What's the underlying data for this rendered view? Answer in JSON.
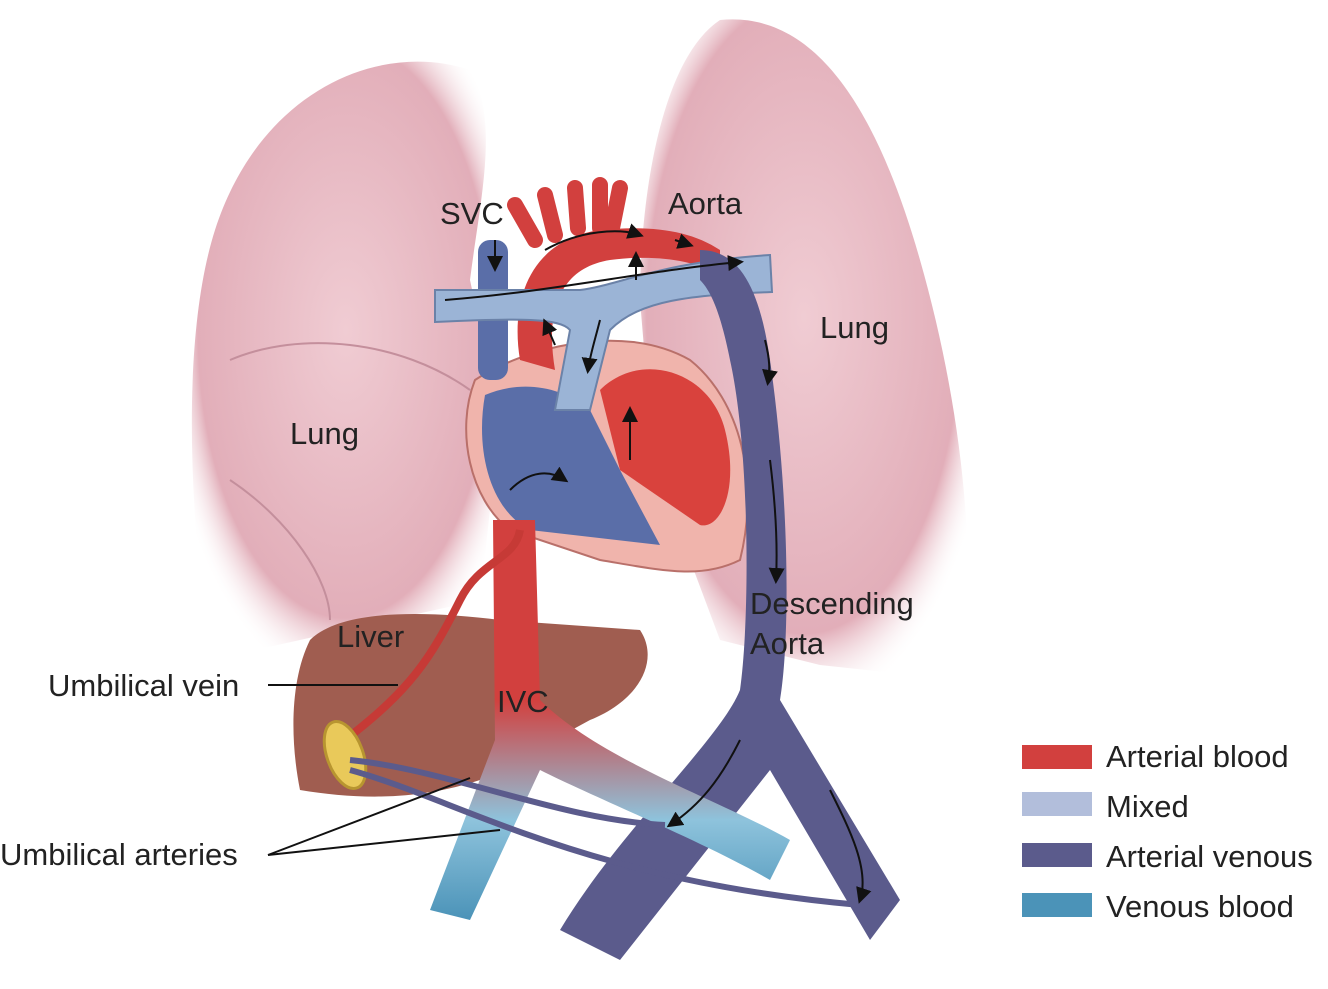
{
  "labels": {
    "svc": "SVC",
    "aorta": "Aorta",
    "lung_right": "Lung",
    "lung_left": "Lung",
    "descending_aorta_1": "Descending",
    "descending_aorta_2": "Aorta",
    "liver": "Liver",
    "umbilical_vein": "Umbilical vein",
    "ivc": "IVC",
    "umbilical_arteries": "Umbilical arteries"
  },
  "legend": [
    {
      "label": "Arterial blood",
      "color": "#d2403e"
    },
    {
      "label": "Mixed",
      "color": "#b2bedb"
    },
    {
      "label": "Arterial venous",
      "color": "#5b5b8c"
    },
    {
      "label": "Venous blood",
      "color": "#4b93b8"
    }
  ],
  "colors": {
    "lung": "#ecc6cd",
    "liver": "#9e5a4c",
    "heart_wall": "#f0b4ac"
  }
}
